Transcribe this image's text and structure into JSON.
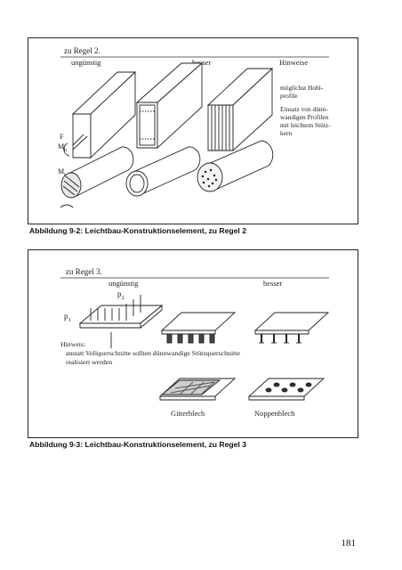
{
  "figure1": {
    "heading": "zu Regel 2.",
    "col_bad": "ungünstig",
    "col_better": "besser",
    "col_notes": "Hinweise",
    "note1_line1": "möglichst Hohl-",
    "note1_line2": "profile",
    "note2_line1": "Einsatz von dünn-",
    "note2_line2": "wandigen Profilen",
    "note2_line3": "mit leichtem Stütz-",
    "note2_line4": "kern",
    "label_F": "F",
    "label_Mb": "M",
    "label_Mb_sub": "b",
    "label_Mt": "M",
    "label_Mt_sub": "t",
    "caption": "Abbildung 9-2: Leichtbau-Konstruktionselement, zu Regel 2"
  },
  "figure2": {
    "heading": "zu Regel 3.",
    "col_bad": "ungünstig",
    "col_better": "besser",
    "label_p1": "p",
    "label_p1_sub": "1",
    "label_p2": "p",
    "label_p2_sub": "2",
    "hint_title": "Hinweis:",
    "hint_line1": "anstatt Vollquerschnitte sollten dünnwandige Stützquerschnitte",
    "hint_line2": "realisiert werden",
    "label_grid": "Gitterblech",
    "label_knob": "Noppenblech",
    "caption": "Abbildung 9-3: Leichtbau-Konstruktionselement, zu Regel 3"
  },
  "page_number": "181"
}
